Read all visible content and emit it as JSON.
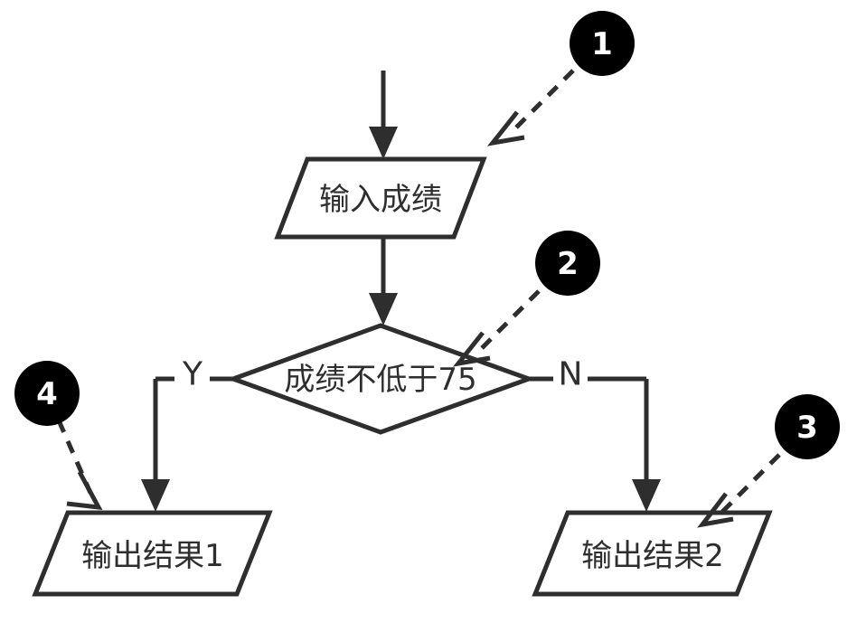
{
  "diagram": {
    "type": "flowchart",
    "title": "",
    "colors": {
      "stroke": "#2e2e2e",
      "shape_fill": "#ffffff",
      "callout_fill": "#000000",
      "callout_label": "#ffffff",
      "background": "#ffffff"
    },
    "nodes": [
      {
        "id": "input-score",
        "shape": "parallelogram",
        "label": "输入成绩",
        "role": "input"
      },
      {
        "id": "decision-score",
        "shape": "diamond",
        "label": "成绩不低于75",
        "role": "decision"
      },
      {
        "id": "output-result-1",
        "shape": "parallelogram",
        "label": "输出结果1",
        "role": "output"
      },
      {
        "id": "output-result-2",
        "shape": "parallelogram",
        "label": "输出结果2",
        "role": "output"
      }
    ],
    "branch_labels": {
      "yes": "Y",
      "no": "N"
    },
    "edges": [
      {
        "id": "entry-to-input",
        "from": "start",
        "to": "input-score",
        "label": ""
      },
      {
        "id": "input-to-decision",
        "from": "input-score",
        "to": "decision-score",
        "label": ""
      },
      {
        "id": "decision-yes",
        "from": "decision-score",
        "to": "output-result-1",
        "label": "Y"
      },
      {
        "id": "decision-no",
        "from": "decision-score",
        "to": "output-result-2",
        "label": "N"
      }
    ],
    "callouts": [
      {
        "id": "callout-1",
        "label": "1",
        "targets": "input-score"
      },
      {
        "id": "callout-2",
        "label": "2",
        "targets": "decision-score"
      },
      {
        "id": "callout-3",
        "label": "3",
        "targets": "output-result-2"
      },
      {
        "id": "callout-4",
        "label": "4",
        "targets": "output-result-1"
      }
    ]
  }
}
